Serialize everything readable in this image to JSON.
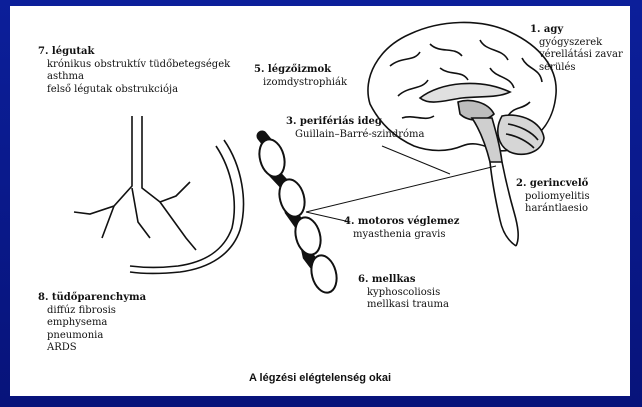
{
  "labels": {
    "agy": {
      "head": "1. agy",
      "items": [
        "gyógyszerek",
        "vérellátási zavar",
        "sérülés"
      ]
    },
    "gerincvelo": {
      "head": "2. gerincvelő",
      "items": [
        "poliomyelitis",
        "harántlaesio"
      ]
    },
    "periferias_ideg": {
      "head": "3. perifériás ideg",
      "items": [
        "Guillain–Barré-szindróma"
      ]
    },
    "motoros_veglemez": {
      "head": "4. motoros véglemez",
      "items": [
        "myasthenia gravis"
      ]
    },
    "legzoizmok": {
      "head": "5. légzőizmok",
      "items": [
        "izomdystrophiák"
      ]
    },
    "mellkas": {
      "head": "6. mellkas",
      "items": [
        "kyphoscoliosis",
        "mellkasi trauma"
      ]
    },
    "legutak": {
      "head": "7. légutak",
      "items": [
        "krónikus obstruktív tüdőbetegségek",
        "asthma",
        "felső légutak obstrukciója"
      ]
    },
    "tudoparenchyma": {
      "head": "8. tüdőparenchyma",
      "items": [
        "diffúz fibrosis",
        "emphysema",
        "pneumonia",
        "ARDS"
      ]
    }
  },
  "caption": "A légzési elégtelenség okai",
  "colors": {
    "background": "#0a1a8c",
    "panel": "#ffffff",
    "title_fragment": "#f5d000"
  }
}
